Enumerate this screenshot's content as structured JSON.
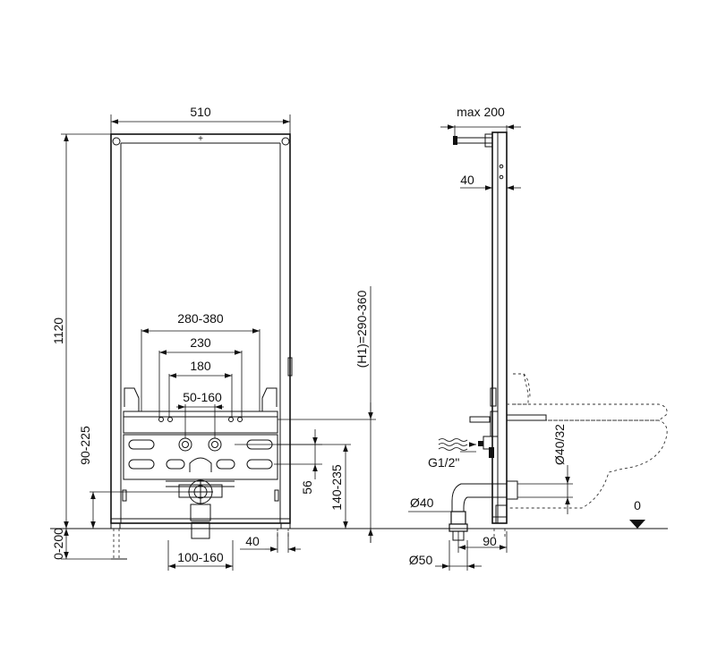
{
  "front_view": {
    "dim_width": "510",
    "dim_height": "1120",
    "dim_280_380": "280-380",
    "dim_230": "230",
    "dim_180": "180",
    "dim_50_160": "50-160",
    "dim_90_225": "90-225",
    "dim_0_200": "0-200",
    "dim_56": "56",
    "dim_140_235": "140-235",
    "dim_h1": "(H1)=290-360",
    "dim_40": "40",
    "dim_100_160": "100-160"
  },
  "side_view": {
    "dim_max200": "max 200",
    "dim_40": "40",
    "dim_g12": "G1/2\"",
    "dim_d40_32": "Ø40/32",
    "dim_d40": "Ø40",
    "dim_d50": "Ø50",
    "dim_90": "90",
    "dim_zero": "0"
  }
}
